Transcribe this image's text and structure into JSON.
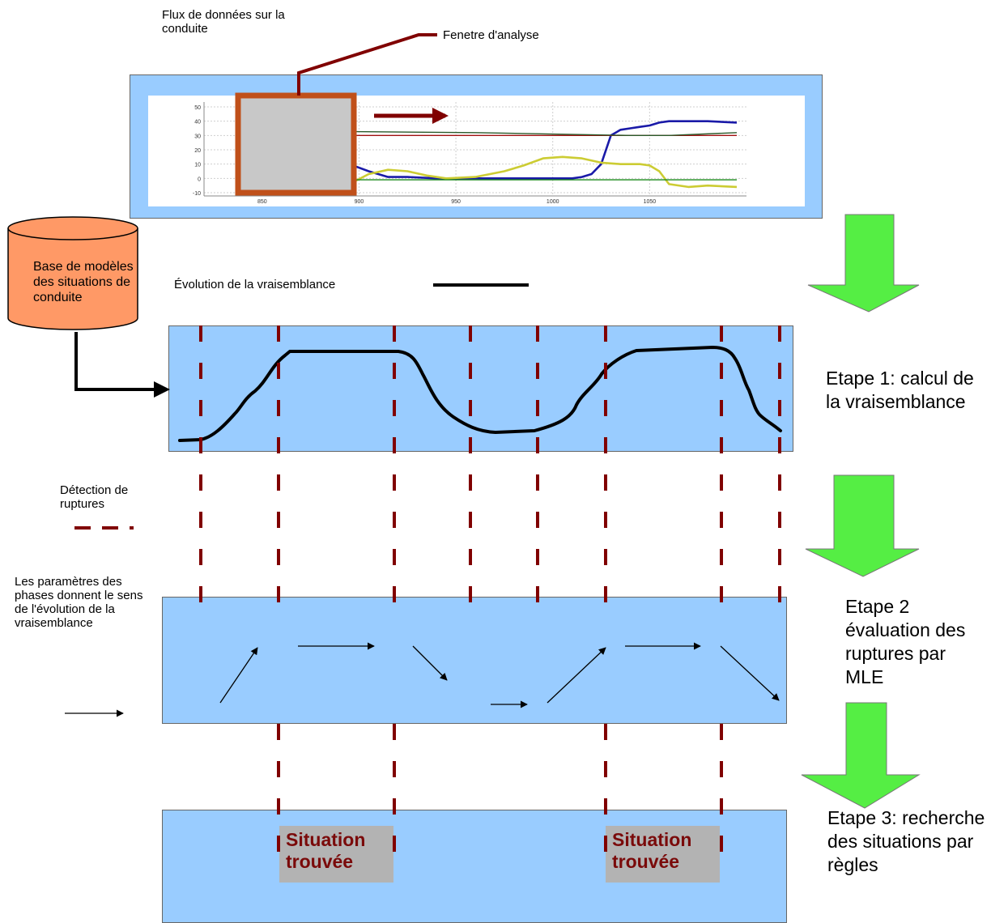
{
  "labels": {
    "flux": "Flux de données sur la conduite",
    "fenetre": "Fenetre d'analyse",
    "base": "Base de modèles des situations de conduite",
    "evolution": "Évolution de la vraisemblance",
    "detection": "Détection de ruptures",
    "parametres": "Les paramètres des phases donnent  le sens de l'évolution de la vraisemblance"
  },
  "steps": {
    "etape1": "Etape 1: calcul de la vraisemblance",
    "etape2": "Etape 2 évaluation des ruptures par MLE",
    "etape3": "Etape 3: recherche des situations par règles"
  },
  "situations": [
    {
      "label": "Situation trouvée"
    },
    {
      "label": "Situation trouvée"
    }
  ],
  "chart_data": {
    "type": "line",
    "y_ticks": [
      "50",
      "40",
      "30",
      "20",
      "10",
      "0",
      "-10"
    ],
    "x_ticks": [
      "850",
      "900",
      "950",
      "1000",
      "1050"
    ],
    "xlim": [
      820,
      1100
    ],
    "ylim": [
      -10,
      50
    ],
    "grid": true,
    "series": [
      {
        "color": "#1a1aa8",
        "x": [
          870,
          875,
          885,
          895,
          905,
          915,
          925,
          940,
          960,
          1000,
          1010,
          1015,
          1020,
          1025,
          1030,
          1035,
          1040,
          1045,
          1050,
          1055,
          1060,
          1080,
          1095
        ],
        "y": [
          15,
          15,
          14,
          10,
          5,
          1,
          1,
          0,
          0,
          0,
          0,
          1,
          3,
          10,
          30,
          34,
          35,
          36,
          37,
          39,
          40,
          40,
          39
        ]
      },
      {
        "color": "#cccc33",
        "x": [
          870,
          880,
          895,
          905,
          915,
          925,
          935,
          945,
          960,
          975,
          985,
          995,
          1005,
          1015,
          1025,
          1035,
          1045,
          1050,
          1055,
          1060,
          1070,
          1080,
          1095
        ],
        "y": [
          -6,
          -6,
          -4,
          3,
          6,
          5,
          2,
          0,
          1,
          5,
          9,
          14,
          15,
          14,
          11,
          10,
          10,
          9,
          5,
          -4,
          -6,
          -5,
          -6
        ]
      },
      {
        "color": "#1a8a1a",
        "x": [
          870,
          1095
        ],
        "y": [
          -1,
          -1
        ]
      },
      {
        "color": "#a01010",
        "x": [
          870,
          1095
        ],
        "y": [
          30,
          30
        ]
      },
      {
        "color": "#2a5a2a",
        "x": [
          870,
          960,
          1040,
          1060,
          1095
        ],
        "y": [
          33,
          32,
          30,
          30,
          32
        ]
      }
    ]
  },
  "colors": {
    "panel": "#99ccff",
    "accent_red": "#800000",
    "window_border": "#c0501a",
    "window_fill": "#c8c8c8",
    "cylinder": "#ff9966",
    "green_arrow": "#55ee44",
    "situation_box": "#b3b3b3"
  },
  "icons": [
    "database-cylinder-icon",
    "green-down-arrow-icon",
    "direction-arrow-icon"
  ]
}
